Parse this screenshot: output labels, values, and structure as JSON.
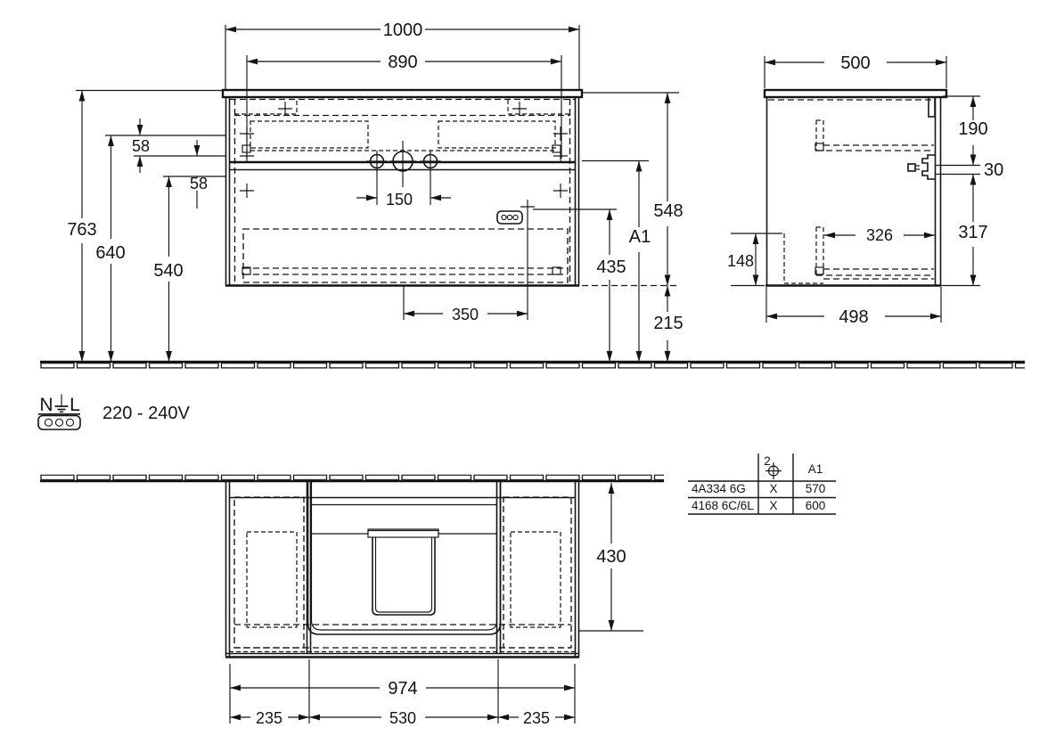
{
  "front_view": {
    "dims": {
      "overall_width": "1000",
      "basin_center_width": "890",
      "height_total": "763",
      "height_mid": "640",
      "height_low": "540",
      "offset_top": "58",
      "offset_mid": "58",
      "tap_spacing": "150",
      "outlet_offset": "350",
      "outlet_height": "435",
      "mount_height_label": "A1",
      "body_height": "548",
      "floor_clearance": "215"
    }
  },
  "side_view": {
    "dims": {
      "depth": "500",
      "top_to_bracket": "190",
      "bracket_height": "30",
      "bracket_to_bottom": "317",
      "inner_depth": "326",
      "rear_height": "148",
      "bottom_depth": "498"
    }
  },
  "plan_view": {
    "dims": {
      "basin_front": "430",
      "overall_width": "974",
      "left_section": "235",
      "center_section": "530",
      "right_section": "235"
    }
  },
  "electrical": {
    "neutral_label": "N",
    "live_label": "L",
    "voltage_range": "220 - 240V"
  },
  "hole_table": {
    "quantity_header": "2",
    "column_header": "A1",
    "rows": [
      {
        "model": "4A334 6G",
        "mark": "X",
        "value": "570"
      },
      {
        "model": "4168 6C/6L",
        "mark": "X",
        "value": "600"
      }
    ]
  }
}
